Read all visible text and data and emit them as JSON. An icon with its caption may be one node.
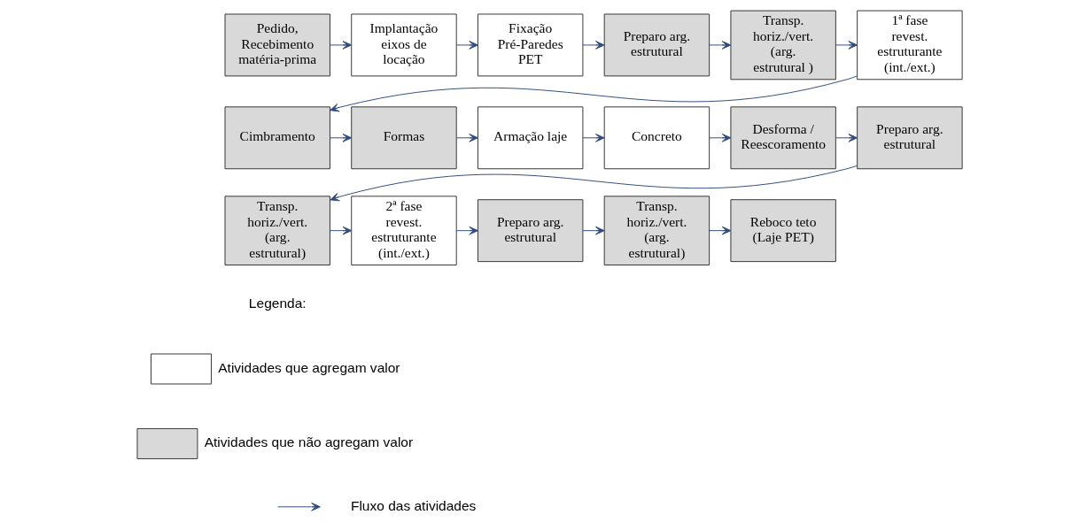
{
  "diagram": {
    "nodes": [
      {
        "text": [
          "Pedido, Recebimento matéria-prima"
        ]
      },
      {
        "text": [
          "Implantação eixos de locação"
        ]
      },
      {
        "text": [
          "Fixação Pré-Paredes PET"
        ]
      },
      {
        "text": [
          "Preparo arg. estrutural"
        ]
      },
      {
        "text": [
          "Transp. horiz./vert. (arg. estrutural )"
        ]
      },
      {
        "text": [
          "1ª fase revest. estruturante (int./ext.)"
        ]
      },
      {
        "text": [
          "Cimbramento"
        ]
      },
      {
        "text": [
          "Formas"
        ]
      },
      {
        "text": [
          "Armação laje"
        ]
      },
      {
        "text": [
          "Concreto"
        ]
      },
      {
        "text": [
          "Desforma / Reescoramento"
        ]
      },
      {
        "text": [
          "Preparo arg. estrutural"
        ]
      },
      {
        "text": [
          "Transp. horiz./vert. (arg. estrutural)"
        ]
      },
      {
        "text": [
          "2ª fase revest. estruturante (int./ext.)"
        ]
      },
      {
        "text": [
          "Preparo arg. estrutural"
        ]
      },
      {
        "text": [
          "Transp. horiz./vert. (arg. estrutural)"
        ]
      },
      {
        "text": [
          "Reboco teto (Laje PET)"
        ]
      }
    ],
    "edges": [
      {
        "from": 0,
        "to": 1,
        "arrow": "to"
      },
      {
        "from": 1,
        "to": 2,
        "arrow": "to"
      },
      {
        "from": 2,
        "to": 3,
        "arrow": "to"
      },
      {
        "from": 3,
        "to": 4,
        "arrow": "to"
      },
      {
        "from": 4,
        "to": 5,
        "arrow": "to"
      },
      {
        "from": 5,
        "to": 6,
        "arrow": "to"
      },
      {
        "from": 6,
        "to": 7,
        "arrow": "to"
      },
      {
        "from": 7,
        "to": 8,
        "arrow": "to"
      },
      {
        "from": 8,
        "to": 9,
        "arrow": "to"
      },
      {
        "from": 9,
        "to": 10,
        "arrow": "to"
      },
      {
        "from": 10,
        "to": 11,
        "arrow": "to"
      },
      {
        "from": 11,
        "to": 12,
        "arrow": "to"
      },
      {
        "from": 12,
        "to": 13,
        "arrow": "to"
      },
      {
        "from": 13,
        "to": 14,
        "arrow": "to"
      },
      {
        "from": 14,
        "to": 15,
        "arrow": "to"
      },
      {
        "from": 15,
        "to": 16,
        "arrow": "to"
      }
    ],
    "labels": [
      "Legenda:"
    ],
    "legend": [
      {
        "text": "Atividades que agregam valor",
        "color": "#ffffff"
      },
      {
        "text": "Atividades que não agregam valor",
        "color": "#d9d9d9"
      },
      {
        "text": "Fluxo das atividades"
      }
    ]
  }
}
